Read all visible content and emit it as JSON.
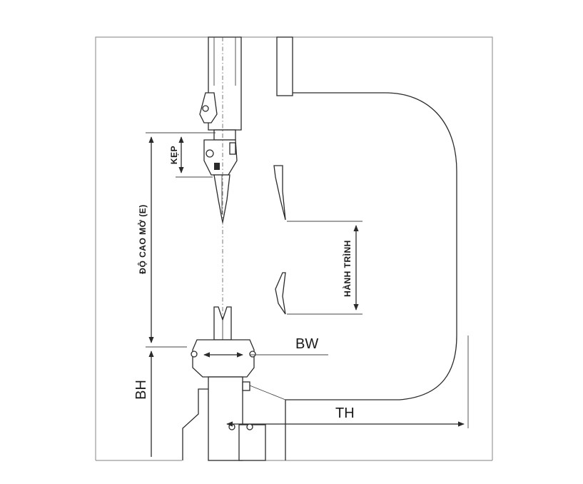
{
  "labels": {
    "opening_height": "ĐỘ CAO MỞ (E)",
    "clamp": "KẸP",
    "stroke": "HÀNH TRÌNH",
    "bed_width": "BW",
    "bed_height": "BH",
    "throat": "TH"
  },
  "colors": {
    "line": "#2b2b2b",
    "frame": "#9a9a9a",
    "background": "#ffffff"
  }
}
